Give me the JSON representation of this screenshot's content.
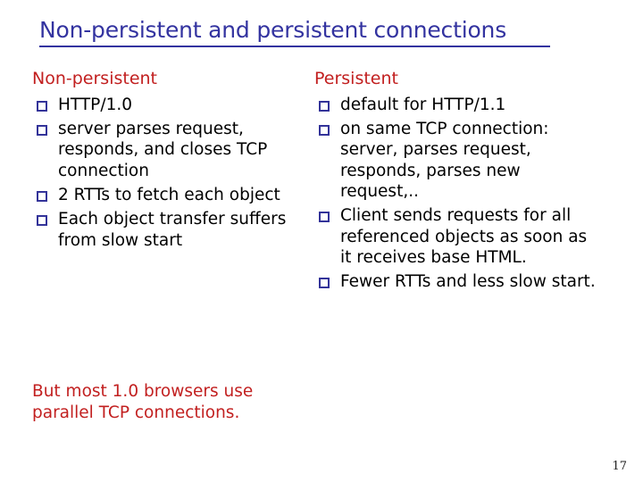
{
  "slide": {
    "title": "Non-persistent and persistent connections",
    "page_number": "17",
    "colors": {
      "title": "#3333a0",
      "heading": "#c22020",
      "body": "#000000",
      "bullet": "#333399",
      "footnote": "#c22020",
      "background": "#ffffff"
    }
  },
  "columns": {
    "left": {
      "heading": "Non-persistent",
      "bullets": [
        "HTTP/1.0",
        "server parses request, responds, and closes TCP connection",
        "2 RTTs to fetch each object",
        "Each object transfer suffers from slow start"
      ],
      "footnote": "But most 1.0 browsers use parallel TCP connections."
    },
    "right": {
      "heading": "Persistent",
      "bullets": [
        "default for HTTP/1.1",
        "on same TCP connection: server, parses request, responds, parses new request,..",
        "Client sends requests for all referenced objects as soon as it receives base HTML.",
        "Fewer RTTs and less slow start."
      ]
    }
  }
}
